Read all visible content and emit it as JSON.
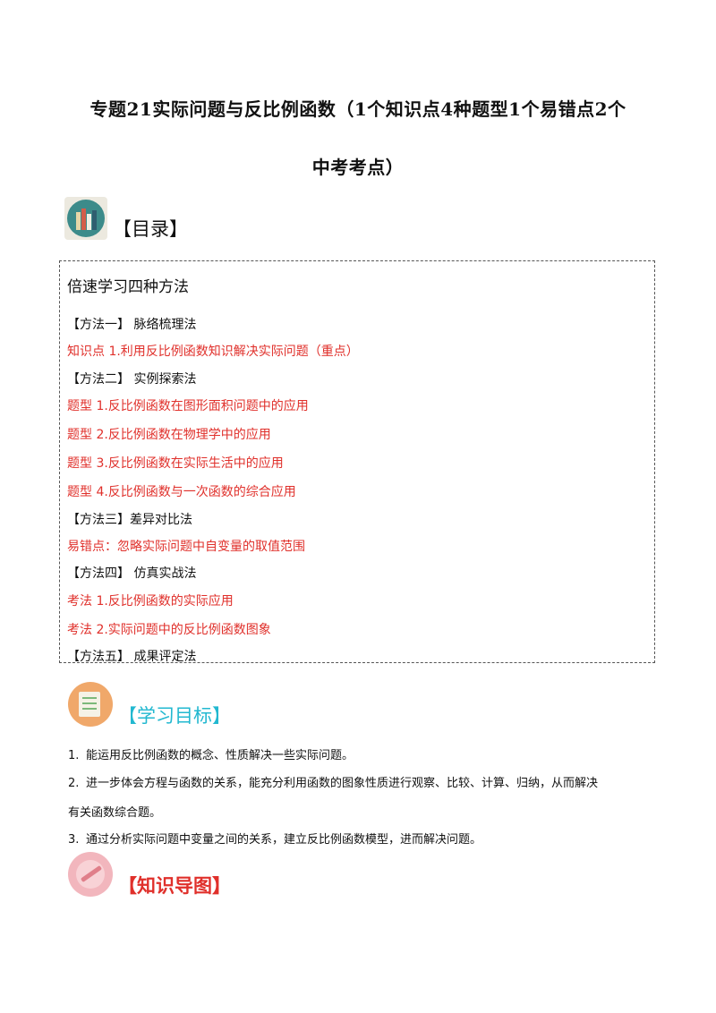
{
  "title": {
    "line1": "专题21实际问题与反比例函数（1个知识点4种题型1个易错点2个",
    "line2": "中考考点）"
  },
  "toc": {
    "label": "【目录】",
    "heading": "倍速学习四种方法",
    "items": [
      {
        "text": "【方法一】 脉络梳理法",
        "kind": "method"
      },
      {
        "text": "知识点 1.利用反比例函数知识解决实际问题（重点）",
        "kind": "topic"
      },
      {
        "text": "【方法二】 实例探索法",
        "kind": "method"
      },
      {
        "text": "题型 1.反比例函数在图形面积问题中的应用",
        "kind": "topic"
      },
      {
        "text": "题型 2.反比例函数在物理学中的应用",
        "kind": "topic"
      },
      {
        "text": "题型 3.反比例函数在实际生活中的应用",
        "kind": "topic"
      },
      {
        "text": "题型 4.反比例函数与一次函数的综合应用",
        "kind": "topic"
      },
      {
        "text": "【方法三】差异对比法",
        "kind": "method"
      },
      {
        "text": "易错点：忽略实际问题中自变量的取值范围",
        "kind": "topic"
      },
      {
        "text": "【方法四】 仿真实战法",
        "kind": "method"
      },
      {
        "text": "考法 1.反比例函数的实际应用",
        "kind": "topic"
      },
      {
        "text": "考法 2.实际问题中的反比例函数图象",
        "kind": "topic"
      },
      {
        "text": "【方法五】 成果评定法",
        "kind": "method"
      }
    ]
  },
  "goals": {
    "label": "【学习目标】",
    "items": [
      {
        "num": "1.",
        "text": "能运用反比例函数的概念、性质解决一些实际问题。"
      },
      {
        "num": "2.",
        "text": "进一步体会方程与函数的关系，能充分利用函数的图象性质进行观察、比较、计算、归纳，从而解决"
      },
      {
        "num": "",
        "text": "有关函数综合题。"
      },
      {
        "num": "3.",
        "text": "通过分析实际问题中变量之间的关系，建立反比例函数模型，进而解决问题。"
      }
    ]
  },
  "map": {
    "label": "【知识导图】"
  },
  "colors": {
    "topic_red": "#e0302b",
    "goals_cyan": "#22b8d0"
  }
}
